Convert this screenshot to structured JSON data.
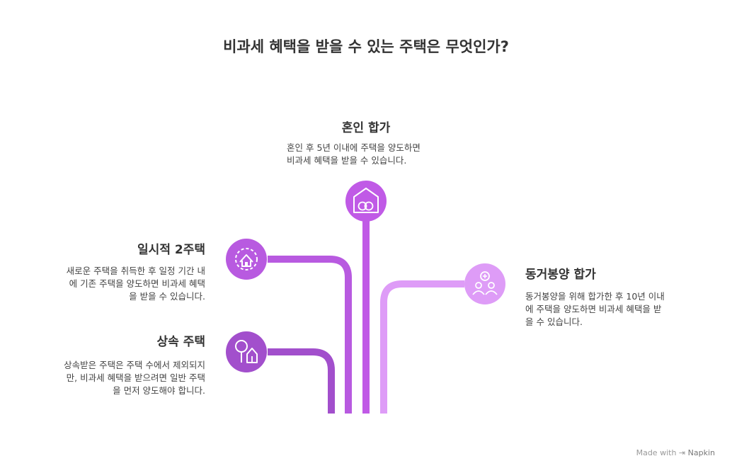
{
  "title": "비과세 혜택을 받을 수 있는 주택은 무엇인가?",
  "items": {
    "marriage": {
      "heading": "혼인 합가",
      "lines": [
        "혼인 후 5년 이내에 주택을 양도하면",
        "비과세 혜택을 받을 수 있습니다."
      ],
      "icon": "house-rings-icon",
      "color": "#C05AE6"
    },
    "temporary": {
      "heading": "일시적 2주택",
      "lines": [
        "새로운 주택을 취득한 후 일정 기간 내",
        "에 기존 주택을 양도하면 비과세 혜택",
        "을 받을 수 있습니다."
      ],
      "icon": "house-gear-icon",
      "color": "#B85AE0"
    },
    "inheritance": {
      "heading": "상속 주택",
      "lines": [
        "상속받은 주택은 주택 수에서 제외되지",
        "만, 비과세 혜택을 받으려면 일반 주택",
        "을 먼저 양도해야 합니다."
      ],
      "icon": "tree-house-icon",
      "color": "#A24FCC"
    },
    "parents": {
      "heading": "동거봉양 합가",
      "lines": [
        "동거봉양을 위해 합가한 후 10년 이내",
        "에 주택을 양도하면 비과세 혜택을 받",
        "을 수 있습니다."
      ],
      "icon": "people-plus-icon",
      "color": "#DE9CF7"
    }
  },
  "footer": {
    "made_with": "Made with",
    "brand": "Napkin"
  }
}
